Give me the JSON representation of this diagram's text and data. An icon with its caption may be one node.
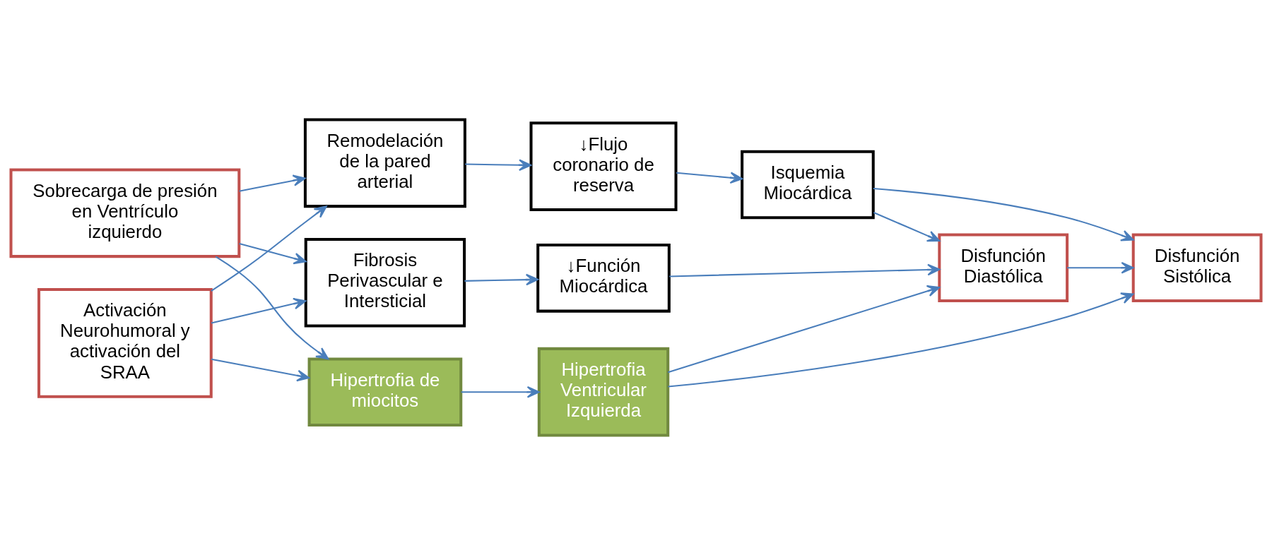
{
  "diagram": {
    "nodes": [
      {
        "text": [
          "Sobrecarga de presión en Ventrículo izquierdo"
        ]
      },
      {
        "text": [
          "Remodelación de la pared arterial"
        ]
      },
      {
        "text": [
          "↓Flujo coronario de reserva"
        ]
      },
      {
        "text": [
          "Isquemia Miocárdica"
        ]
      },
      {
        "text": [
          "Disfunción Sistólica"
        ]
      },
      {
        "text": [
          "Hipertrofia de miocitos"
        ]
      },
      {
        "text": [
          "Hipertrofia Ventricular Izquierda"
        ]
      },
      {
        "text": [
          "Fibrosis Perivascular e Intersticial"
        ]
      },
      {
        "text": [
          "↓Función Miocárdica"
        ]
      },
      {
        "text": [
          "Disfunción Diastólica"
        ]
      },
      {
        "text": [
          "Activación Neurohumoral y activación del SRAA"
        ]
      }
    ],
    "edges": [
      {
        "from": 0,
        "to": 1,
        "arrow": "to"
      },
      {
        "from": 0,
        "to": 5,
        "arrow": "to"
      },
      {
        "from": 0,
        "to": 7,
        "arrow": "to"
      },
      {
        "from": 10,
        "to": 1,
        "arrow": "to"
      },
      {
        "from": 10,
        "to": 5,
        "arrow": "to"
      },
      {
        "from": 10,
        "to": 7,
        "arrow": "to"
      },
      {
        "from": 1,
        "to": 2,
        "arrow": "to"
      },
      {
        "from": 2,
        "to": 3,
        "arrow": "to"
      },
      {
        "from": 3,
        "to": 4,
        "arrow": "to"
      },
      {
        "from": 3,
        "to": 9,
        "arrow": "to"
      },
      {
        "from": 5,
        "to": 6,
        "arrow": "to"
      },
      {
        "from": 6,
        "to": 4,
        "arrow": "to"
      },
      {
        "from": 6,
        "to": 9,
        "arrow": "to"
      },
      {
        "from": 7,
        "to": 8,
        "arrow": "to"
      },
      {
        "from": 8,
        "to": 9,
        "arrow": "to"
      },
      {
        "from": 9,
        "to": 4,
        "arrow": "to"
      }
    ]
  }
}
